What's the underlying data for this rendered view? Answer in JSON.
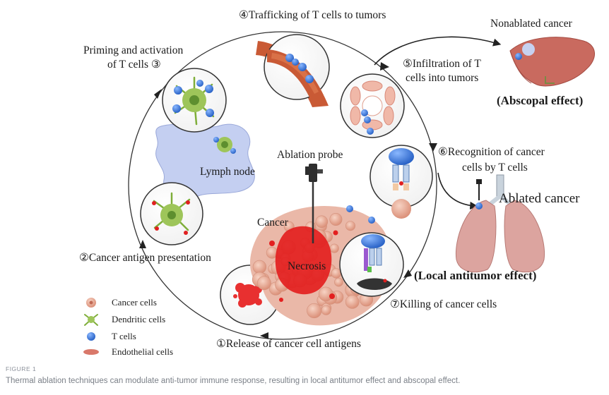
{
  "steps": {
    "s1": "①Release of cancer cell antigens",
    "s2": "②Cancer antigen presentation",
    "s3_line1": "Priming and activation",
    "s3_line2": "of T cells ③",
    "s4": "④Trafficking of T cells to tumors",
    "s5_line1": "⑤Infiltration of T",
    "s5_line2": "cells into tumors",
    "s6_line1": "⑥Recognition of cancer",
    "s6_line2": "cells by T cells",
    "s7": "⑦Killing of cancer cells"
  },
  "labels": {
    "nonablated": "Nonablated cancer",
    "abscopal": "(Abscopal effect)",
    "ablated": "Ablated cancer",
    "local": "(Local antitumor effect)",
    "lymph": "Lymph node",
    "probe": "Ablation probe",
    "cancer": "Cancer",
    "necrosis": "Necrosis"
  },
  "legend": [
    {
      "label": "Cancer cells",
      "icon": "cancer-cell-icon"
    },
    {
      "label": "Dendritic cells",
      "icon": "dendritic-cell-icon"
    },
    {
      "label": "T cells",
      "icon": "t-cell-icon"
    },
    {
      "label": "Endothelial cells",
      "icon": "endothelial-cell-icon"
    }
  ],
  "figure": {
    "label": "FIGURE 1",
    "caption": "Thermal ablation techniques can modulate anti-tumor immune response, resulting in local antitumor effect and abscopal effect."
  },
  "colors": {
    "t_cell": "#3d7fe0",
    "dendritic": "#8fbf4a",
    "cancer_cell": "#e8a891",
    "necrosis": "#e02020",
    "vessel": "#c95a35",
    "liver": "#c96a5f",
    "lung": "#d99a96",
    "lymph": "#b9c6ec"
  }
}
